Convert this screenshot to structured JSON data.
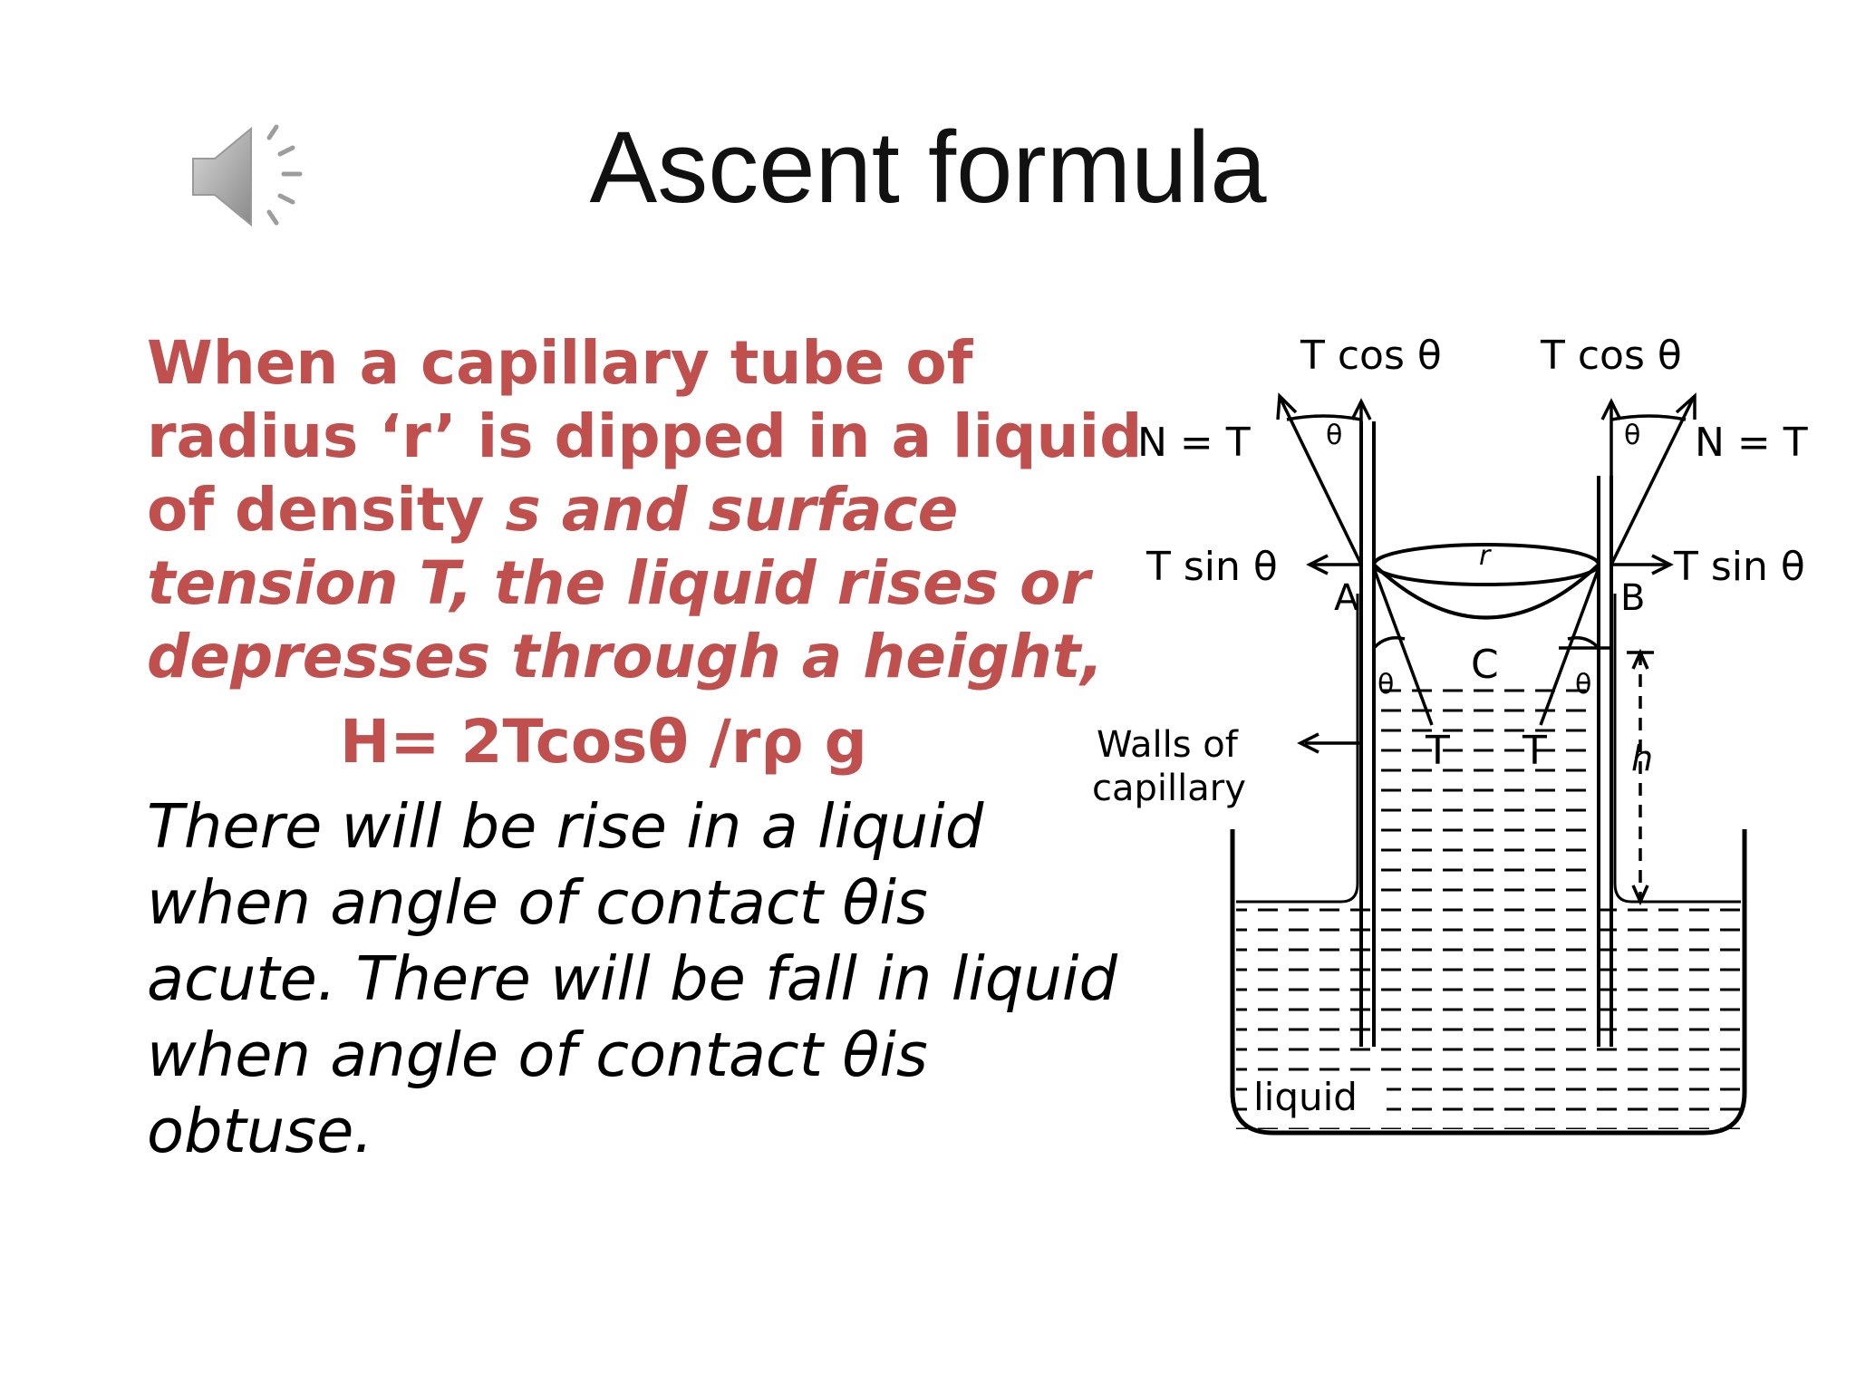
{
  "slide": {
    "title": "Ascent formula",
    "speaker_icon": "speaker-icon",
    "red_text": {
      "bold_part": "When a capillary tube of radius ‘r’ is dipped in a liquid of density ",
      "italic_part": "s and surface tension T, the liquid rises or depresses through a height,"
    },
    "formula": "H= 2Tcosθ /rρ g",
    "explanation_lines": [
      "There will be rise in a liquid",
      "when angle of contact θis",
      "acute. There will be fall in  liquid",
      "when angle of contact θis",
      "obtuse."
    ],
    "colors": {
      "accent": "#c0504d",
      "title": "#111111",
      "body": "#000000"
    }
  },
  "diagram": {
    "labels": {
      "t_cos_left": "T cos θ",
      "t_cos_right": "T cos θ",
      "n_eq_t_left": "N = T",
      "n_eq_t_right": "N = T",
      "theta_top_left": "θ",
      "theta_top_right": "θ",
      "t_sin_left": "T sin θ",
      "t_sin_right": "T sin θ",
      "point_a": "A",
      "point_b": "B",
      "radius_r": "r",
      "point_c": "C",
      "theta_low_left": "θ",
      "theta_low_right": "θ",
      "tension_left": "T",
      "tension_right": "T",
      "height_h": "h",
      "walls_line1": "Walls of",
      "walls_line2": "capillary",
      "liquid": "liquid"
    }
  }
}
